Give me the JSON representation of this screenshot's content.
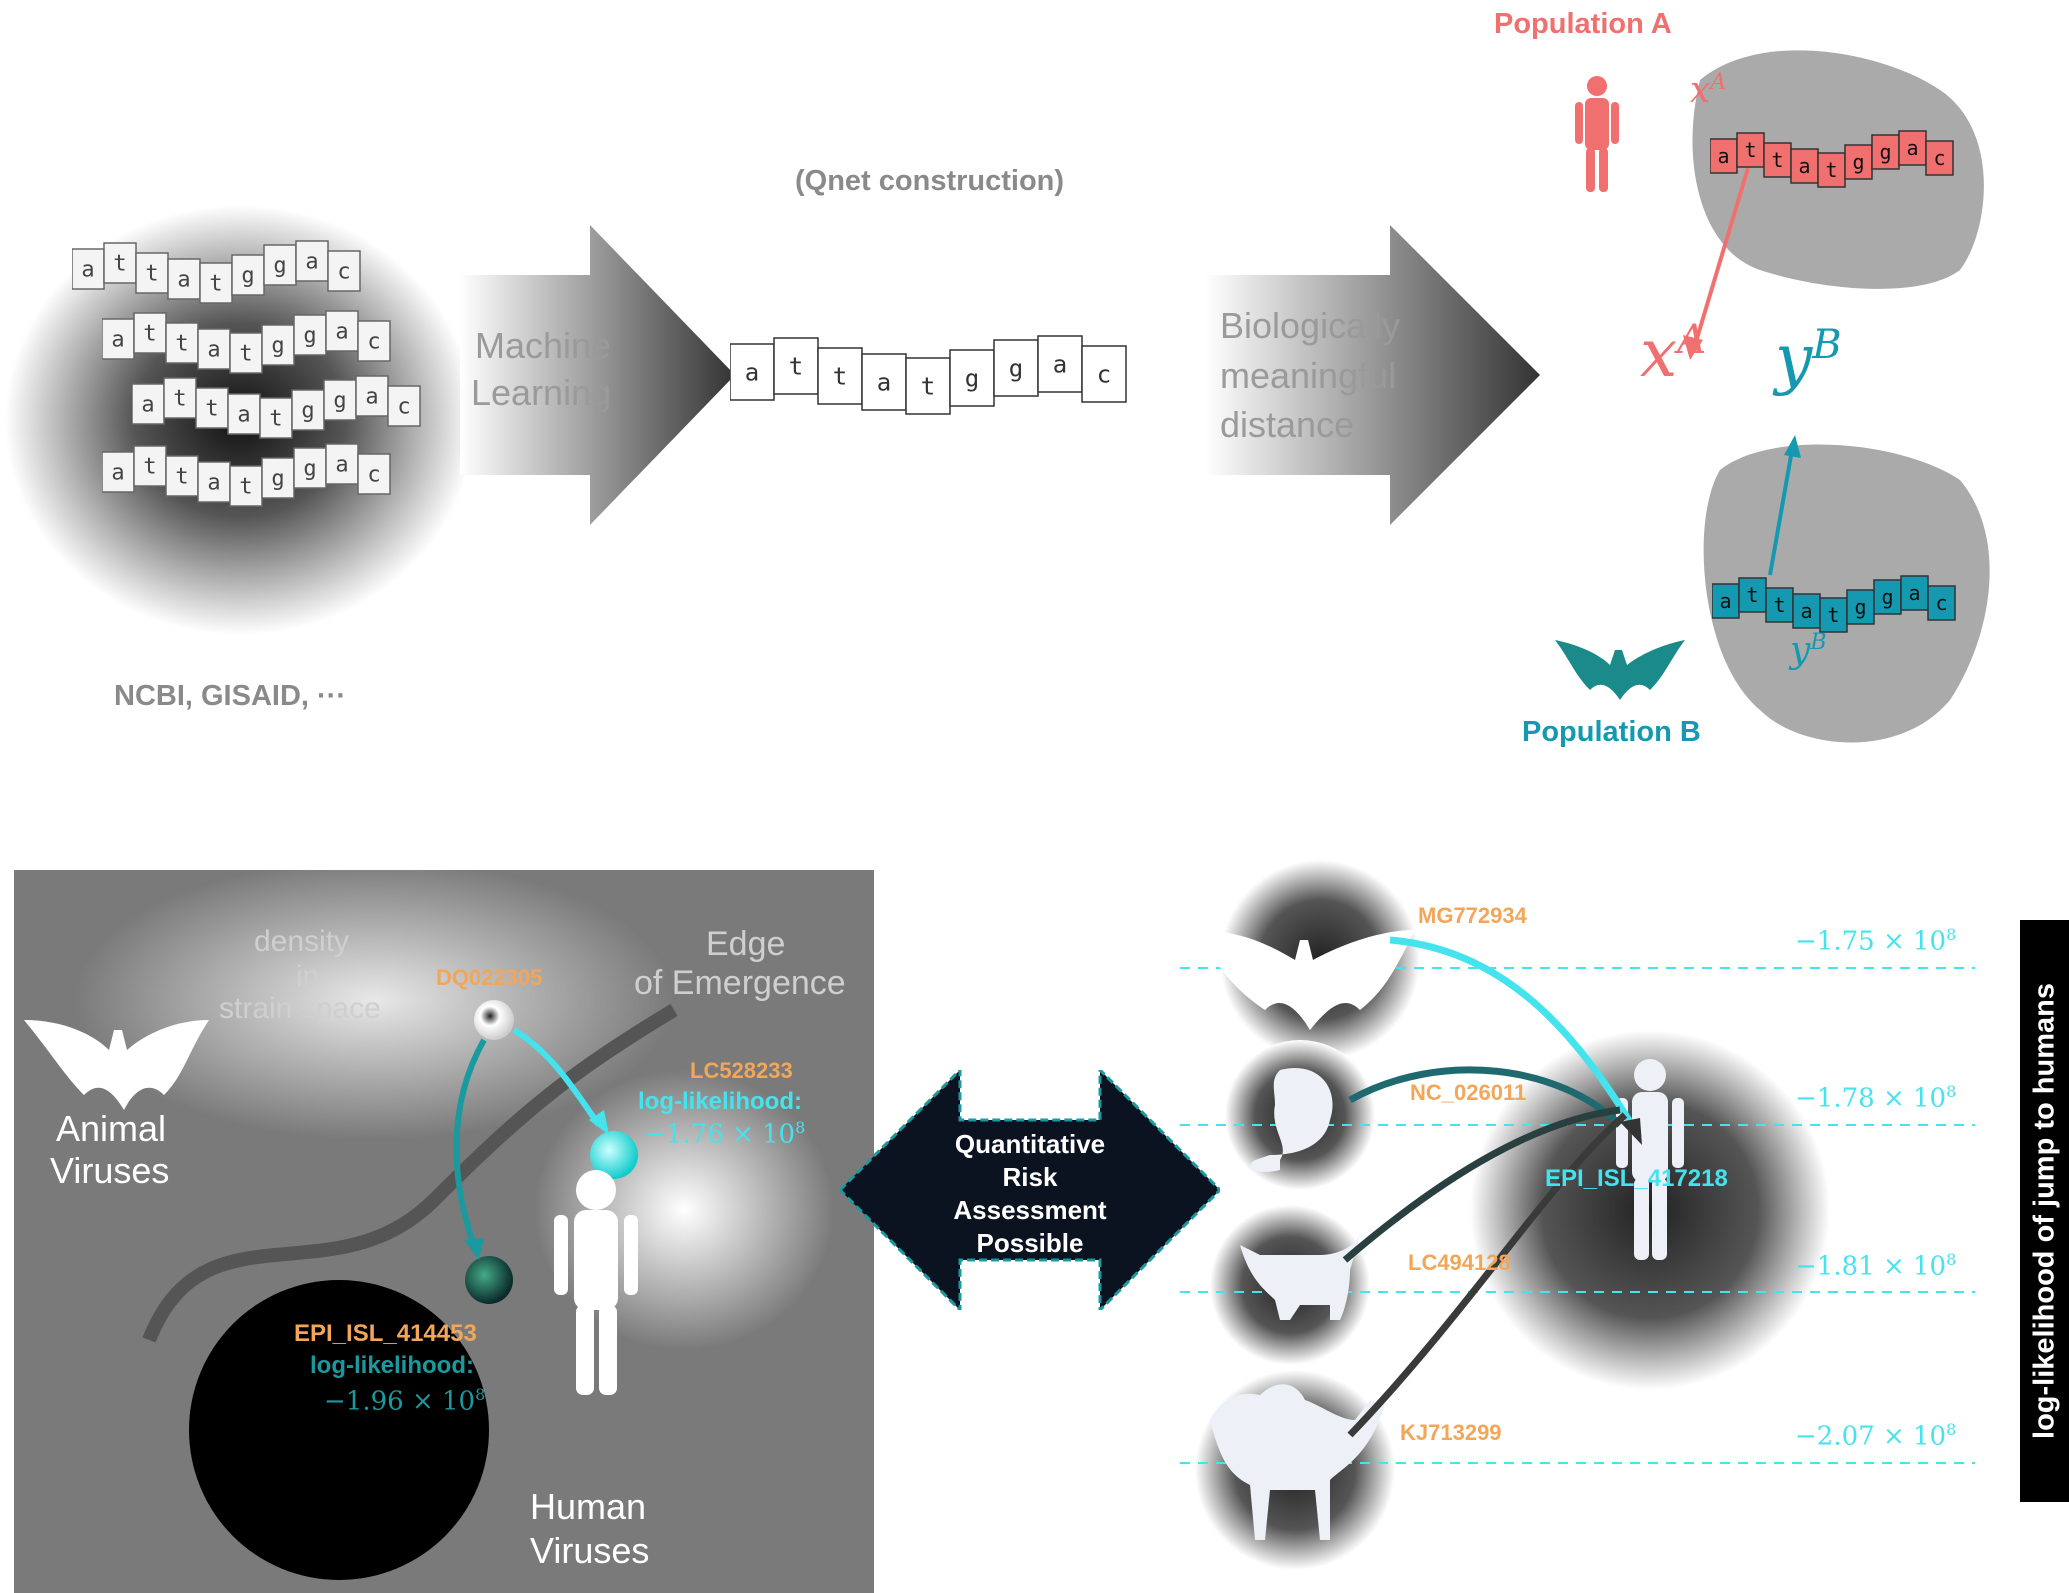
{
  "top": {
    "source_label": "NCBI, GISAID, ···",
    "ml_label_1": "Machine",
    "ml_label_2": "Learning",
    "qnet_label": "(Qnet construction)",
    "bio_label_1": "Biologically",
    "bio_label_2": "meaningful",
    "bio_label_3": "distance",
    "sequence_letters": [
      "a",
      "t",
      "t",
      "a",
      "t",
      "g",
      "g",
      "a",
      "c"
    ],
    "population_a": "Population A",
    "population_b": "Population B",
    "x_symbol": "x",
    "x_sup": "A",
    "y_symbol": "y",
    "y_sup": "B"
  },
  "bottom_left": {
    "density_1": "density",
    "density_2": "in",
    "density_3": "strain space",
    "edge_1": "Edge",
    "edge_2": "of Emergence",
    "animal_1": "Animal",
    "animal_2": "Viruses",
    "human_1": "Human",
    "human_2": "Viruses",
    "strain_dq": "DQ022305",
    "strain_lc5": "LC528233",
    "ll_label_cyan": "log-likelihood:",
    "ll_value_cyan": "−1.76 × 10",
    "ll_exp_cyan": "8",
    "strain_epi": "EPI_ISL_414453",
    "ll_label_teal": "log-likelihood:",
    "ll_value_teal": "−1.96 × 10",
    "ll_exp_teal": "8"
  },
  "center": {
    "q1": "Quantitative",
    "q2": "Risk",
    "q3": "Assessment",
    "q4": "Possible"
  },
  "bottom_right": {
    "hosts": [
      {
        "id": "MG772934",
        "ll": "−1.75 × 10",
        "exp": "8"
      },
      {
        "id": "NC_026011",
        "ll": "−1.78 × 10",
        "exp": "8"
      },
      {
        "id": "LC494128",
        "ll": "−1.81 × 10",
        "exp": "8"
      },
      {
        "id": "KJ713299",
        "ll": "−2.07 × 10",
        "exp": "8"
      }
    ],
    "target_id": "EPI_ISL_417218",
    "side_label": "log-likelihood of jump to humans"
  },
  "colors": {
    "orange": "#f2a65a",
    "cyan": "#44e3ee",
    "teal": "#1a9a9e",
    "red": "#f07070",
    "blue": "#1599b0"
  }
}
